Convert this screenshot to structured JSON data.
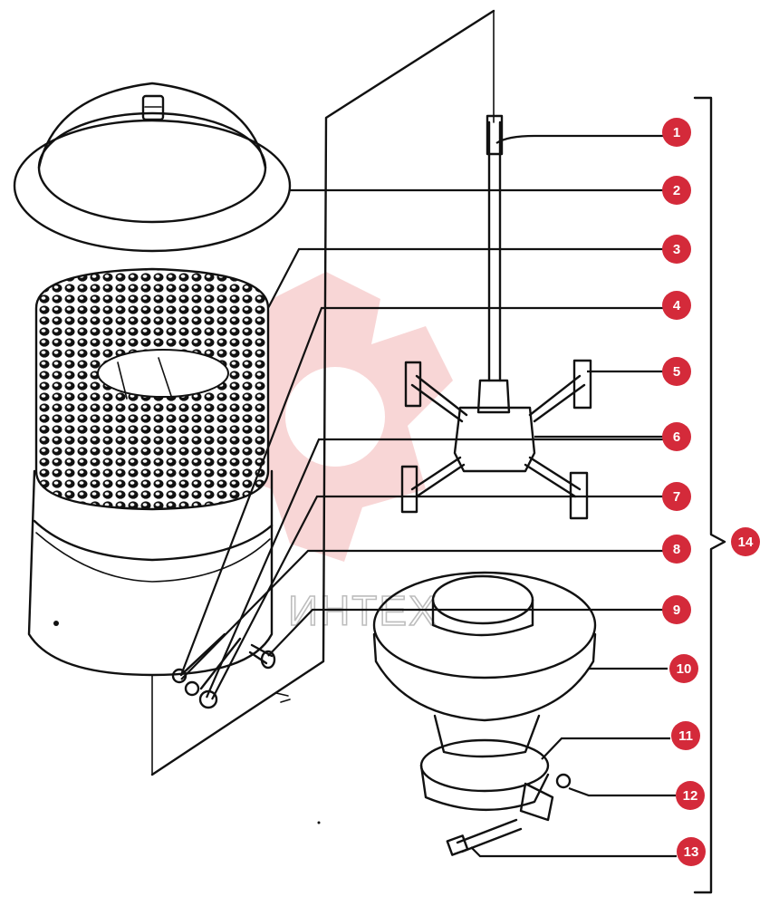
{
  "watermark": {
    "text": "ИНТЕХ",
    "color": "#f3b5b5"
  },
  "badge_color": "#d42a3a",
  "callouts": [
    {
      "number": "1"
    },
    {
      "number": "2"
    },
    {
      "number": "3"
    },
    {
      "number": "4"
    },
    {
      "number": "5"
    },
    {
      "number": "6"
    },
    {
      "number": "7"
    },
    {
      "number": "8"
    },
    {
      "number": "9"
    },
    {
      "number": "10"
    },
    {
      "number": "11"
    },
    {
      "number": "12"
    },
    {
      "number": "13"
    },
    {
      "number": "14"
    }
  ]
}
